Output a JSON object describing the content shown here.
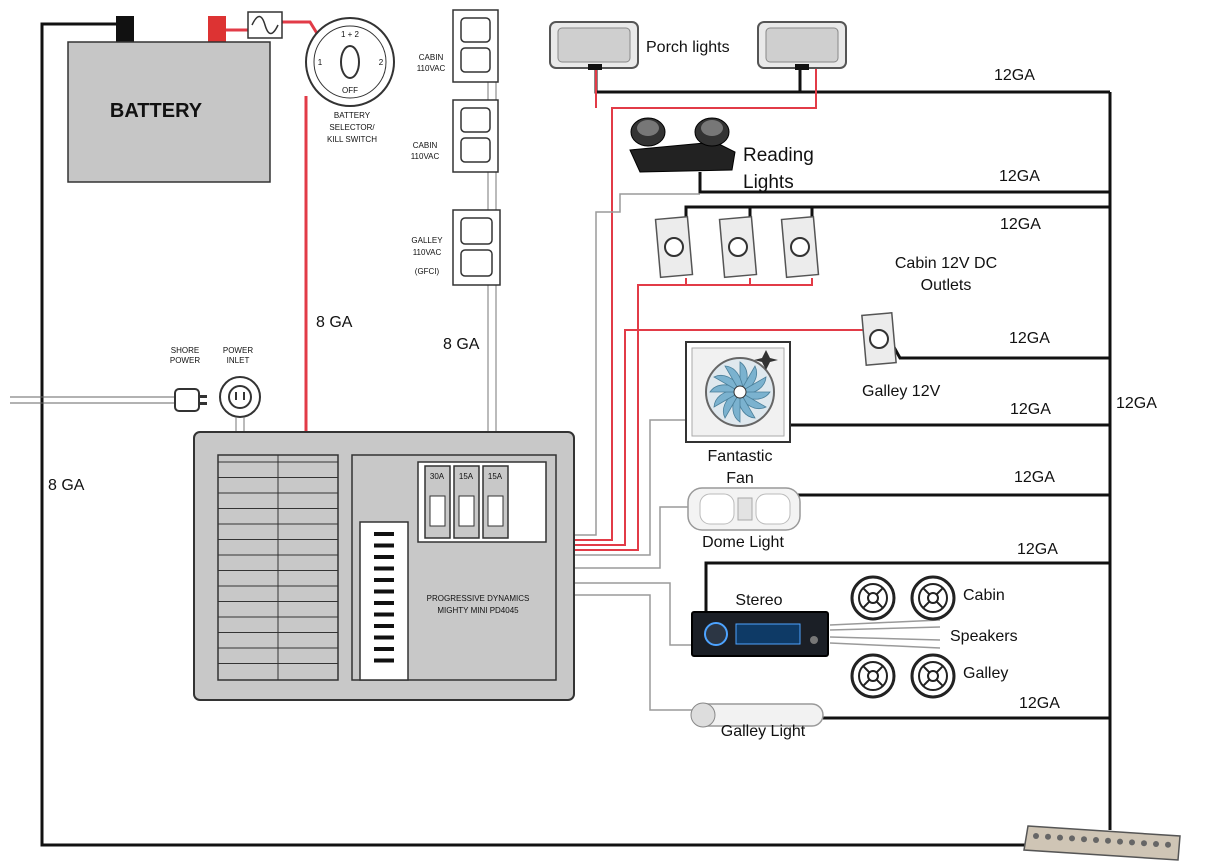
{
  "battery": {
    "label": "BATTERY"
  },
  "selector_switch": {
    "top": "1 + 2",
    "left": "1",
    "right": "2",
    "bottom": "OFF",
    "caption_line1": "BATTERY",
    "caption_line2": "SELECTOR/",
    "caption_line3": "KILL SWITCH"
  },
  "outlets": [
    {
      "line1": "CABIN",
      "line2": "110VAC",
      "line3": ""
    },
    {
      "line1": "CABIN",
      "line2": "110VAC",
      "line3": ""
    },
    {
      "line1": "GALLEY",
      "line2": "110VAC",
      "line3": "(GFCI)"
    }
  ],
  "shore": {
    "shore_line1": "SHORE",
    "shore_line2": "POWER",
    "inlet_line1": "POWER",
    "inlet_line2": "INLET"
  },
  "panel": {
    "breakers": [
      "30A",
      "15A",
      "15A"
    ],
    "title_line1": "PROGRESSIVE DYNAMICS",
    "title_line2": "MIGHTY MINI PD4045"
  },
  "labels": {
    "porch_lights": "Porch lights",
    "reading_lights_1": "Reading",
    "reading_lights_2": "Lights",
    "cabin_outlets_1": "Cabin 12V DC",
    "cabin_outlets_2": "Outlets",
    "galley_12v": "Galley 12V",
    "fan_1": "Fantastic",
    "fan_2": "Fan",
    "dome_light": "Dome Light",
    "stereo": "Stereo",
    "cabin": "Cabin",
    "speakers": "Speakers",
    "galley": "Galley",
    "galley_light": "Galley Light"
  },
  "gauges": {
    "ga_8_red": "8 GA",
    "ga_8_outlets": "8 GA",
    "ga_8_ground": "8 GA",
    "porch": "12GA",
    "reading": "12GA",
    "outlets": "12GA",
    "galley12v": "12GA",
    "fan": "12GA",
    "bus": "12GA",
    "dome": "12GA",
    "stereo": "12GA",
    "galley_light": "12GA"
  },
  "colors": {
    "red_wire": "#e23b47",
    "black_wire": "#111111",
    "gray_wire": "#8a8a8a",
    "panel": "#c8c8c8",
    "battery": "#c6c6c6"
  }
}
